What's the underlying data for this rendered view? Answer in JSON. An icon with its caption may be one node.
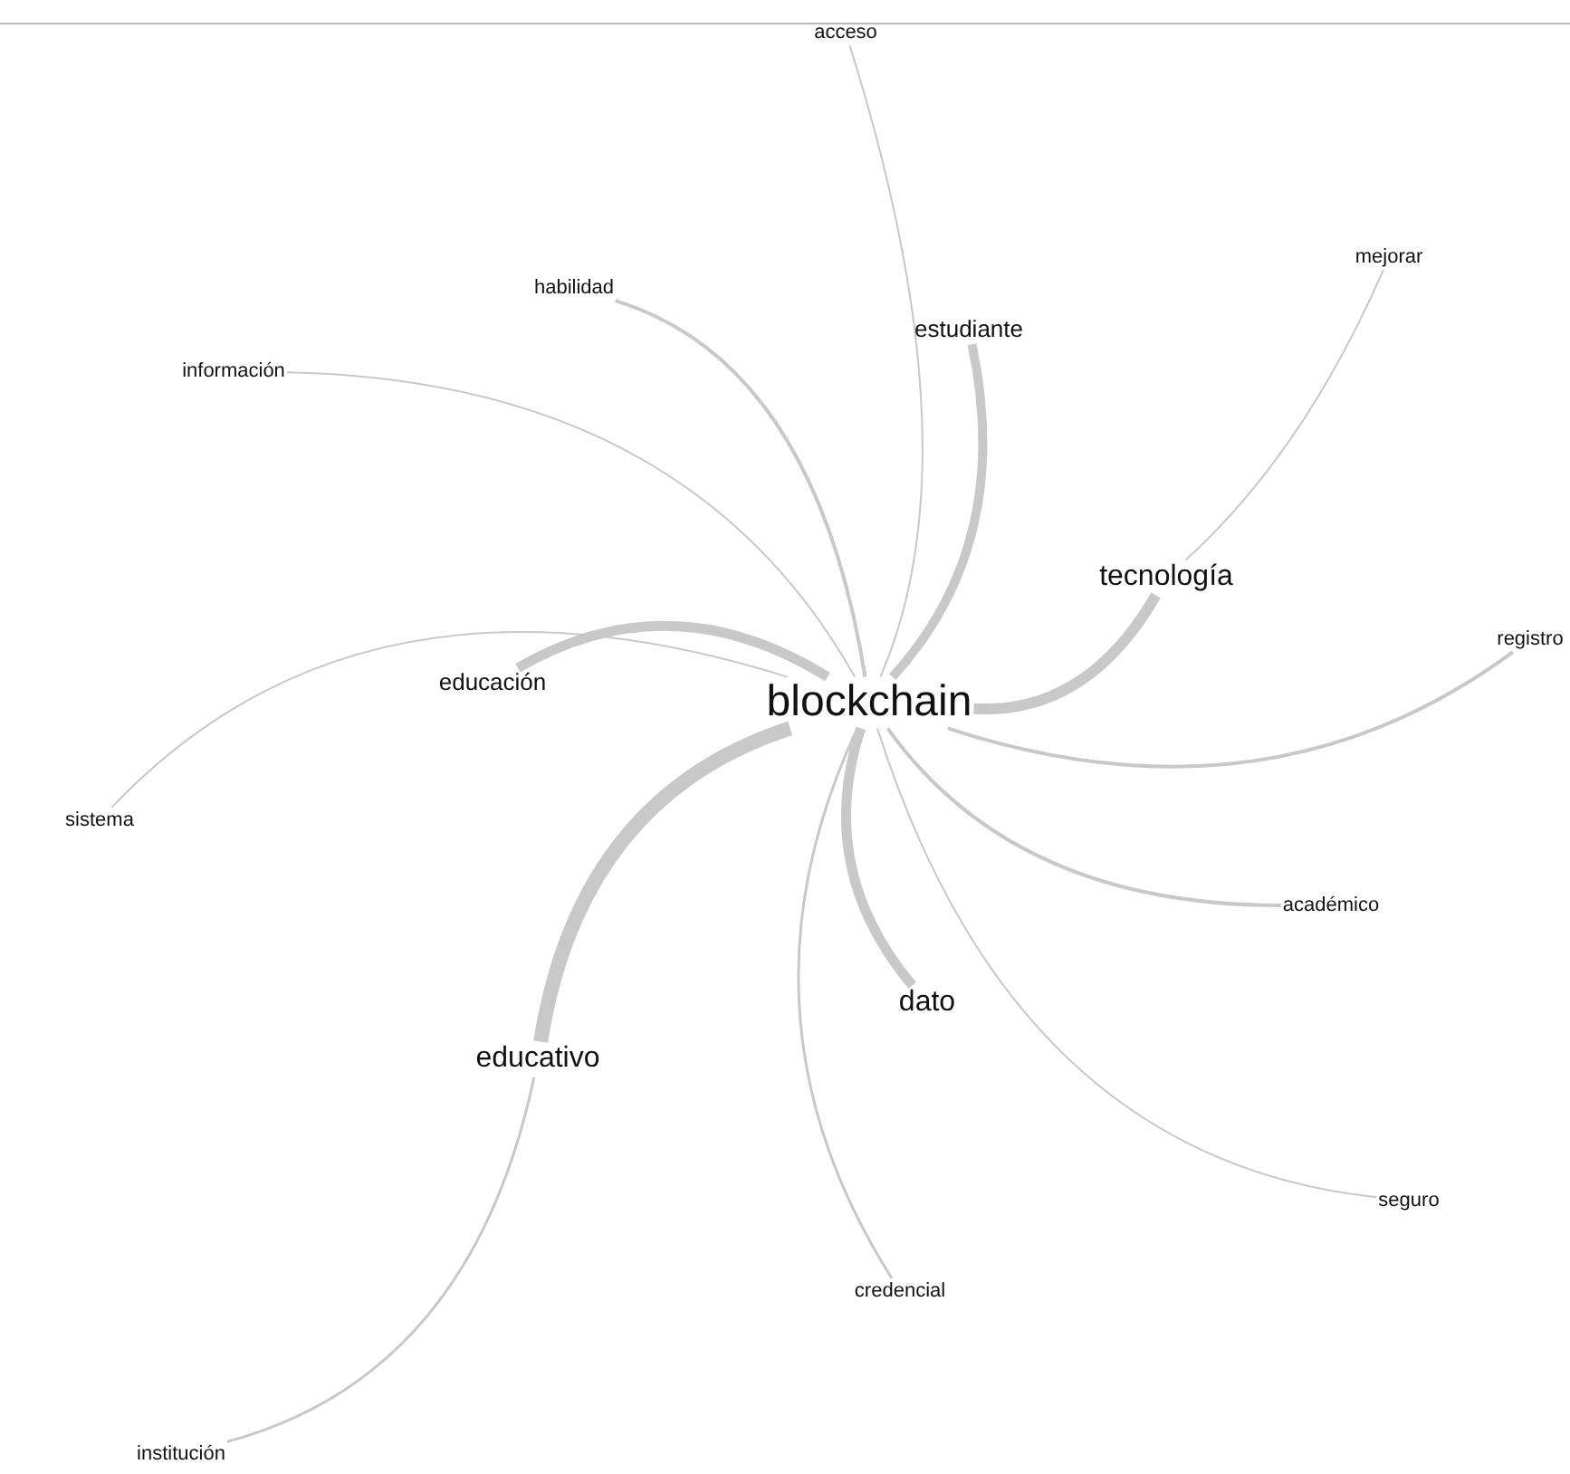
{
  "diagram": {
    "nodes": [
      {
        "text": [
          "blockchain"
        ]
      },
      {
        "text": [
          "acceso"
        ]
      },
      {
        "text": [
          "mejorar"
        ]
      },
      {
        "text": [
          "habilidad"
        ]
      },
      {
        "text": [
          "estudiante"
        ]
      },
      {
        "text": [
          "información"
        ]
      },
      {
        "text": [
          "tecnología"
        ]
      },
      {
        "text": [
          "registro"
        ]
      },
      {
        "text": [
          "educación"
        ]
      },
      {
        "text": [
          "sistema"
        ]
      },
      {
        "text": [
          "académico"
        ]
      },
      {
        "text": [
          "dato"
        ]
      },
      {
        "text": [
          "educativo"
        ]
      },
      {
        "text": [
          "seguro"
        ]
      },
      {
        "text": [
          "credencial"
        ]
      },
      {
        "text": [
          "institución"
        ]
      }
    ],
    "edges": [
      {
        "from": 0,
        "to": 1,
        "arrow": "none"
      },
      {
        "from": 0,
        "to": 3,
        "arrow": "none"
      },
      {
        "from": 0,
        "to": 4,
        "arrow": "none",
        "style": "thick"
      },
      {
        "from": 0,
        "to": 5,
        "arrow": "none"
      },
      {
        "from": 0,
        "to": 6,
        "arrow": "none",
        "style": "thick"
      },
      {
        "from": 6,
        "to": 2,
        "arrow": "none"
      },
      {
        "from": 0,
        "to": 7,
        "arrow": "none"
      },
      {
        "from": 0,
        "to": 8,
        "arrow": "none",
        "style": "thick"
      },
      {
        "from": 0,
        "to": 9,
        "arrow": "none"
      },
      {
        "from": 0,
        "to": 10,
        "arrow": "none"
      },
      {
        "from": 0,
        "to": 11,
        "arrow": "none",
        "style": "thick"
      },
      {
        "from": 0,
        "to": 12,
        "arrow": "none",
        "style": "thick"
      },
      {
        "from": 12,
        "to": 15,
        "arrow": "none"
      },
      {
        "from": 0,
        "to": 13,
        "arrow": "none"
      },
      {
        "from": 0,
        "to": 14,
        "arrow": "none"
      }
    ]
  }
}
